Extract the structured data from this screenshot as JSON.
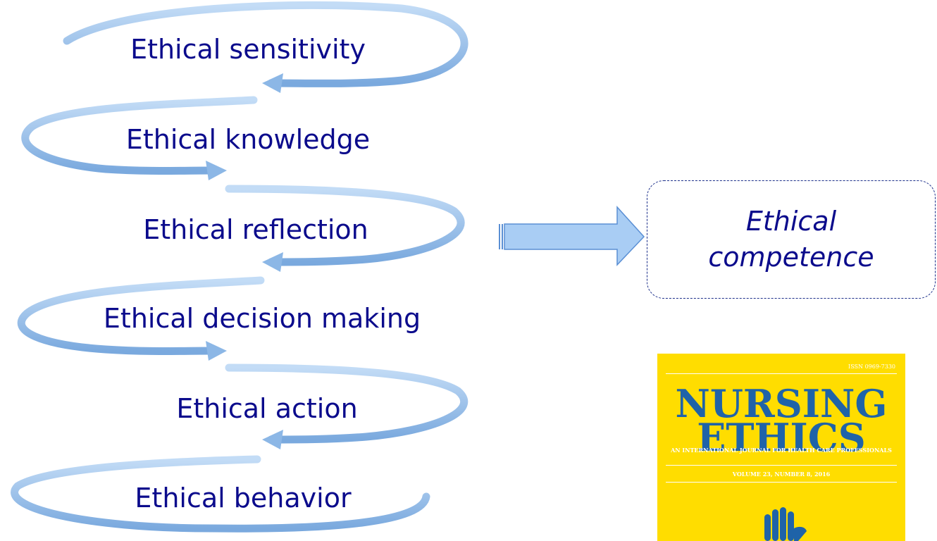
{
  "steps": [
    {
      "label": "Ethical sensitivity"
    },
    {
      "label": "Ethical knowledge"
    },
    {
      "label": "Ethical reflection"
    },
    {
      "label": "Ethical decision making"
    },
    {
      "label": "Ethical action"
    },
    {
      "label": "Ethical behavior"
    }
  ],
  "outcome": {
    "line1": "Ethical",
    "line2": "competence"
  },
  "journal_cover": {
    "issn": "ISSN 0969-7330",
    "title_line1": "NURSING",
    "title_line2": "ETHICS",
    "subtitle": "AN INTERNATIONAL JOURNAL FOR HEALTH CARE PROFESSIONALS",
    "volume": "VOLUME 23, NUMBER 8, 2016"
  },
  "colors": {
    "text": "#0b0b8c",
    "loop_arrow": "#9dc3ee",
    "big_arrow_fill": "#a9cdf4",
    "cover_bg": "#ffdd00",
    "cover_title": "#1f63a8"
  }
}
